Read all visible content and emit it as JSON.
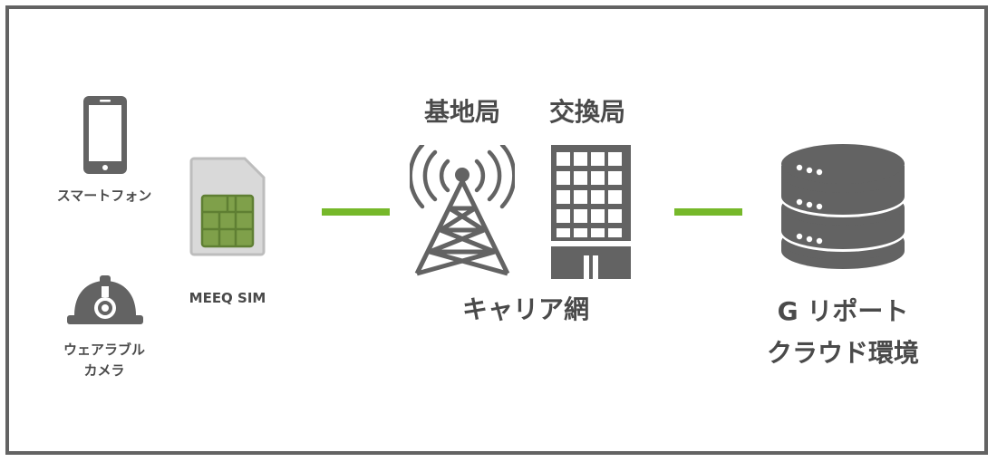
{
  "devices": {
    "smartphone_label": "スマートフォン",
    "wearable_label_line1": "ウェアラブル",
    "wearable_label_line2": "カメラ"
  },
  "sim": {
    "label": "MEEQ SIM"
  },
  "carrier": {
    "base_station_label": "基地局",
    "exchange_label": "交換局",
    "network_label": "キャリア網"
  },
  "cloud": {
    "label_line1": "G リポート",
    "label_line2": "クラウド環境"
  },
  "colors": {
    "icon_gray": "#636363",
    "connector_green": "#76b82a",
    "sim_chip_green": "#7fa04a",
    "text_gray": "#4a4a4a"
  }
}
